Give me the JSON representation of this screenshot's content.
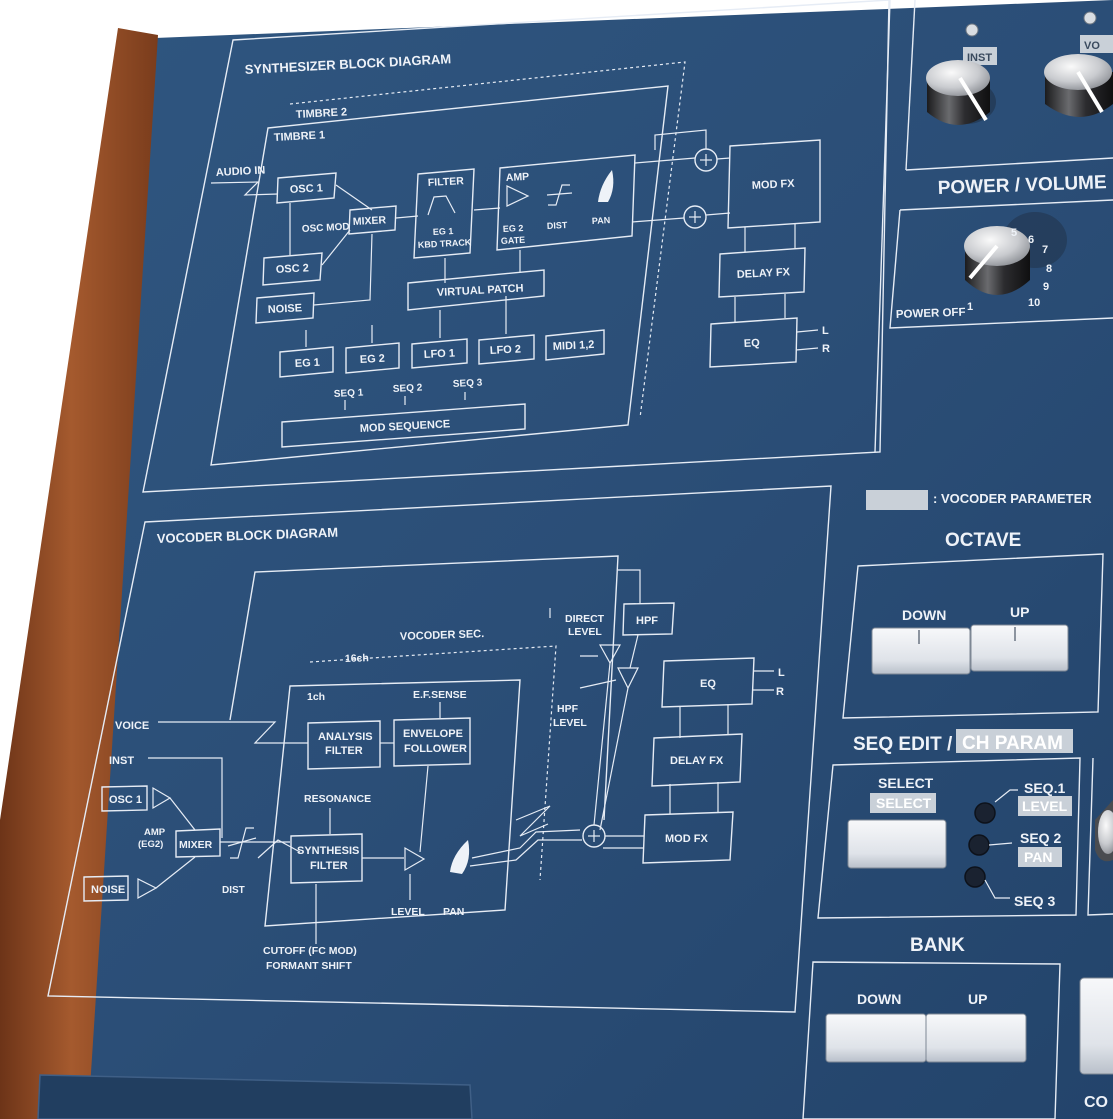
{
  "synth": {
    "title": "SYNTHESIZER BLOCK DIAGRAM",
    "timbre2": "TIMBRE 2",
    "timbre1": "TIMBRE 1",
    "audio_in": "AUDIO IN",
    "osc1": "OSC 1",
    "osc2": "OSC 2",
    "osc_mod": "OSC MOD",
    "mixer": "MIXER",
    "noise": "NOISE",
    "filter": "FILTER",
    "eg1": "EG 1",
    "kbd_track": "KBD TRACK",
    "amp": "AMP",
    "eg2": "EG 2",
    "gate": "GATE",
    "dist": "DIST",
    "pan": "PAN",
    "virtual_patch": "VIRTUAL PATCH",
    "eg1_box": "EG 1",
    "eg2_box": "EG 2",
    "lfo1": "LFO 1",
    "lfo2": "LFO 2",
    "midi": "MIDI 1,2",
    "seq1": "SEQ 1",
    "seq2": "SEQ 2",
    "seq3": "SEQ 3",
    "mod_sequence": "MOD SEQUENCE",
    "mod_fx": "MOD FX",
    "delay_fx": "DELAY FX",
    "eq": "EQ",
    "l": "L",
    "r": "R"
  },
  "vocoder": {
    "title": "VOCODER BLOCK DIAGRAM",
    "vocoder_sec": "VOCODER SEC.",
    "ch16": "16ch",
    "ch1": "1ch",
    "voice": "VOICE",
    "inst": "INST",
    "osc1": "OSC 1",
    "amp": "AMP",
    "eg2": "(EG2)",
    "mixer": "MIXER",
    "noise": "NOISE",
    "dist": "DIST",
    "analysis": "ANALYSIS",
    "filter": "FILTER",
    "envelope": "ENVELOPE",
    "follower": "FOLLOWER",
    "ef_sense": "E.F.SENSE",
    "resonance": "RESONANCE",
    "synthesis": "SYNTHESIS",
    "level": "LEVEL",
    "pan": "PAN",
    "cutoff": "CUTOFF (FC MOD)",
    "formant": "FORMANT SHIFT",
    "direct": "DIRECT",
    "direct_level": "LEVEL",
    "hpf": "HPF",
    "hpf_label": "HPF",
    "hpf_level": "LEVEL",
    "eq": "EQ",
    "delay_fx": "DELAY FX",
    "mod_fx": "MOD FX",
    "l": "L",
    "r": "R"
  },
  "panel": {
    "inst": "INST",
    "vo": "VO",
    "power_volume": "POWER / VOLUME",
    "power_off": "POWER OFF",
    "scale": [
      "1",
      "5",
      "6",
      "7",
      "8",
      "9",
      "10"
    ],
    "vocoder_parameter": ": VOCODER PARAMETER",
    "octave": "OCTAVE",
    "down": "DOWN",
    "up": "UP",
    "seq_edit": "SEQ EDIT /",
    "ch_param": "CH PARAM",
    "select": "SELECT",
    "select_sub": "SELECT",
    "seq1": "SEQ.1",
    "seq1_sub": "LEVEL",
    "seq2": "SEQ 2",
    "seq2_sub": "PAN",
    "seq3": "SEQ 3",
    "bank": "BANK",
    "bank_down": "DOWN",
    "bank_up": "UP",
    "co": "CO"
  },
  "colors": {
    "panel_blue": "#2d4f78",
    "wood": "#8a4a25",
    "legend_white": "#eef2f8"
  }
}
